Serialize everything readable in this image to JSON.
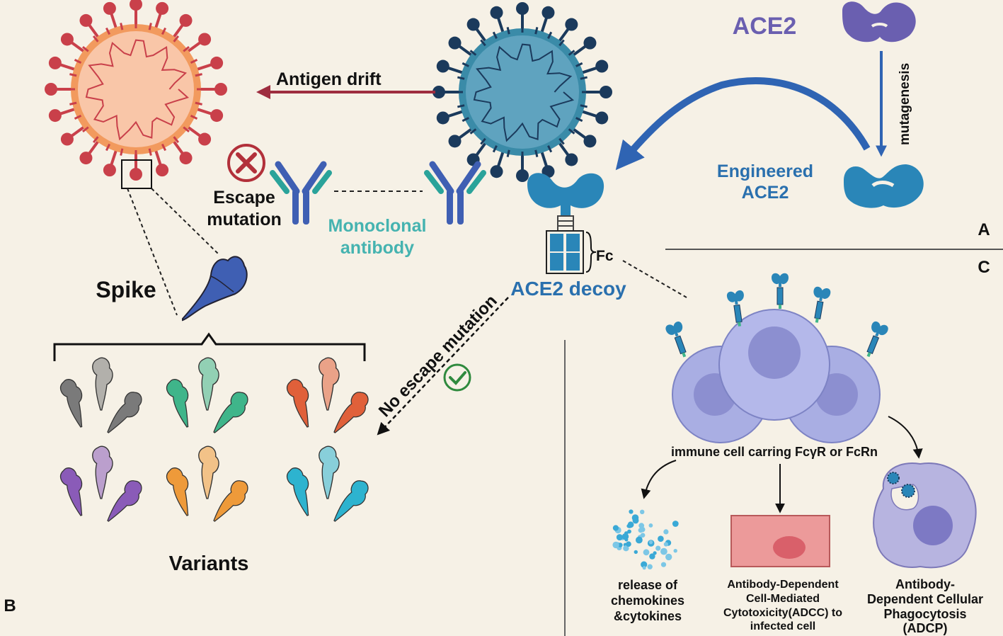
{
  "panels": {
    "a": "A",
    "b": "B",
    "c": "C"
  },
  "labels": {
    "ace2": "ACE2",
    "mutagenesis": "mutagenesis",
    "engineered_1": "Engineered",
    "engineered_2": "ACE2",
    "antigen_drift": "Antigen drift",
    "escape_1": "Escape",
    "escape_2": "mutation",
    "mab_1": "Monoclonal",
    "mab_2": "antibody",
    "fc": "Fc",
    "ace2_decoy": "ACE2 decoy",
    "spike": "Spike",
    "no_escape": "No escape mutation",
    "variants": "Variants",
    "immune_cell": "immune cell carring  FcγR or FcRn",
    "release_1": "release of",
    "release_2": "chemokines",
    "release_3": "&cytokines",
    "adcc_1": "Antibody-Dependent",
    "adcc_2": "Cell-Mediated",
    "adcc_3": "Cytotoxicity(ADCC) to",
    "adcc_4": "infected cell",
    "adcp_1": "Antibody-",
    "adcp_2": "Dependent Cellular",
    "adcp_3": "Phagocytosis",
    "adcp_4": "(ADCP)"
  },
  "colors": {
    "background": "#f6f1e6",
    "variant_virus": "#f29a5e",
    "variant_spikes": "#c9404a",
    "original_virus": "#3a8ba8",
    "original_spikes": "#1b3a5c",
    "ace2_purple": "#6a5fb0",
    "engineered_blue": "#2a86b8",
    "antigen_drift_arrow": "#9e2d3f",
    "monoclonal_text": "#45b3b0",
    "decoy_text": "#2a70ae",
    "immune_cell": "#a9aee3",
    "check_green": "#2f8a3e",
    "cross_red": "#b2303a"
  },
  "variant_colors": [
    "#7a7a7a",
    "#3fb58a",
    "#e0603a",
    "#8a5bb8",
    "#ee9a3a",
    "#2db3cf"
  ]
}
